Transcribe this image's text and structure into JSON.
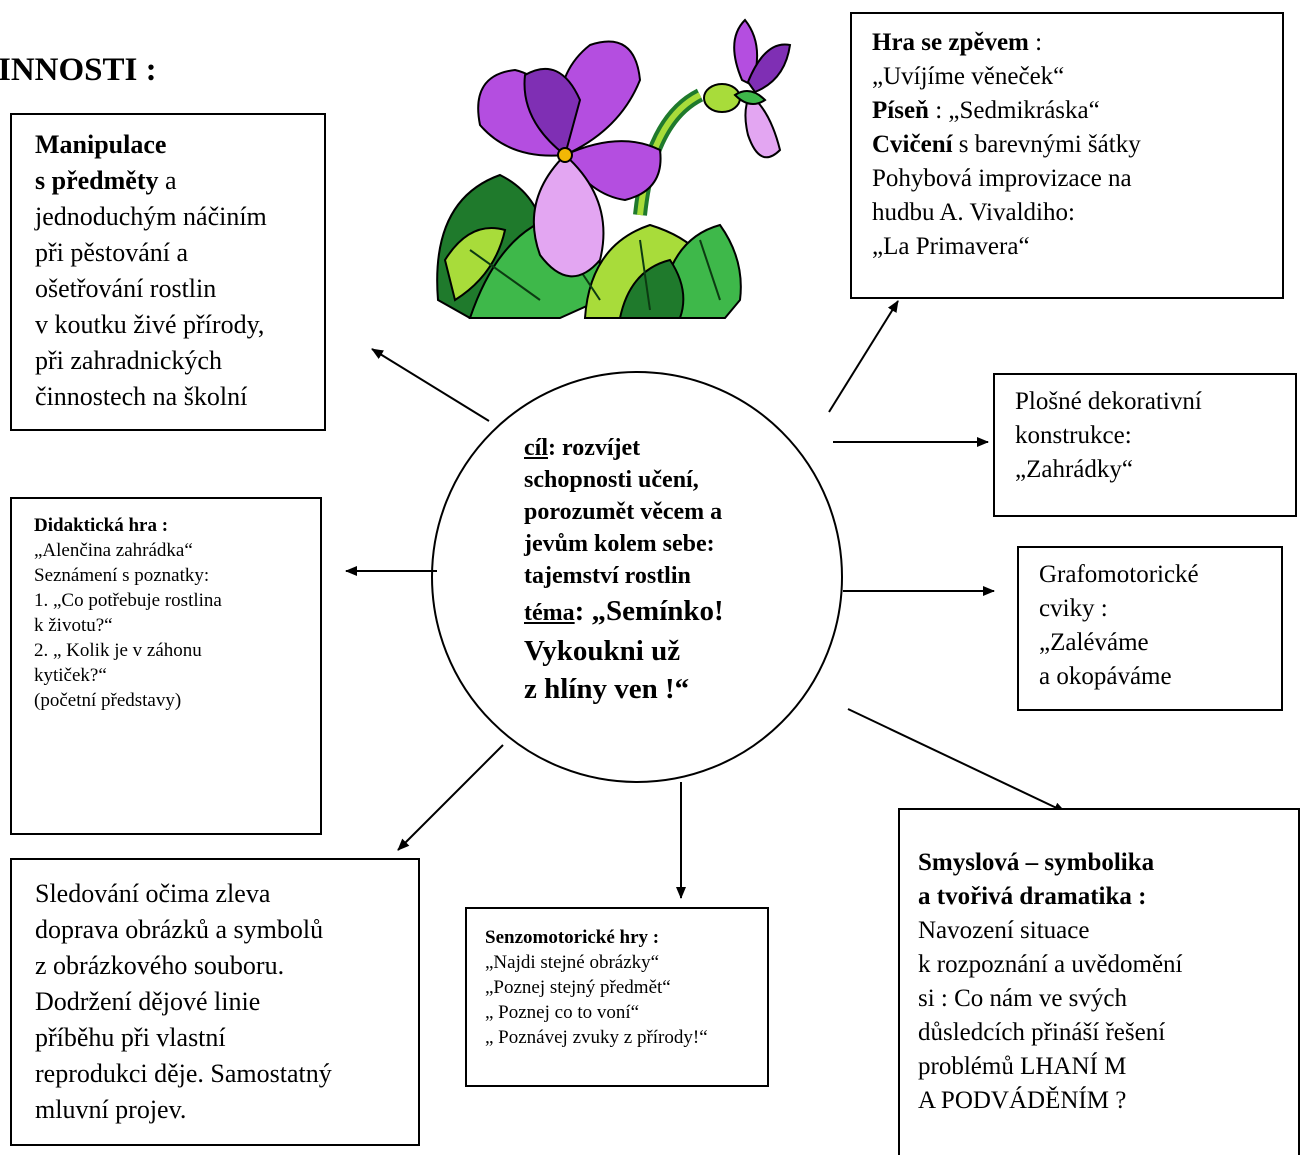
{
  "heading": "INNOSTI :",
  "manipulation": {
    "title_line1": "Manipulace",
    "title_line2_bold": "s předměty",
    "title_line2_rest": " a",
    "lines": [
      "jednoduchým náčiním",
      "při pěstování a",
      "ošetřování rostlin",
      "v koutku živé přírody,",
      "při zahradnických",
      "činnostech na školní"
    ]
  },
  "song_game": {
    "game_label": "Hra se zpěvem",
    "game_sep": " :",
    "game_title": "„Uvíjíme věneček“",
    "song_label": "Píseň",
    "song_value": " : „Sedmikráska“",
    "exercise_label": "Cvičení",
    "exercise_value": " s barevnými šátky",
    "lines": [
      "Pohybová improvizace na",
      "hudbu A. Vivaldiho:",
      "„La Primavera“"
    ]
  },
  "decorative": {
    "lines": [
      "Plošné dekorativní",
      "konstrukce:",
      "„Zahrádky“"
    ]
  },
  "didactic_game": {
    "title": "Didaktická hra :",
    "lines": [
      "„Alenčina zahrádka“",
      "Seznámení s poznatky:",
      "1. „Co potřebuje rostlina",
      "k životu?“",
      "2. „ Kolik je v záhonu",
      "kytiček?“",
      "(početní představy)"
    ]
  },
  "graphomotor": {
    "lines": [
      "Grafomotorické",
      "cviky :",
      "„Zaléváme",
      "a okopáváme"
    ]
  },
  "tracking": {
    "lines": [
      "Sledování  očima zleva",
      "doprava obrázků a symbolů",
      "z obrázkového souboru.",
      "Dodržení dějové linie",
      "příběhu při vlastní",
      "reprodukci děje. Samostatný",
      "mluvní projev."
    ]
  },
  "sensorimotor": {
    "title": "Senzomotorické hry :",
    "lines": [
      "„Najdi stejné obrázky“",
      "„Poznej stejný předmět“",
      "„ Poznej co to voní“",
      "„ Poznávej zvuky z přírody!“"
    ]
  },
  "symbolic": {
    "title_line1": "Smyslová – symbolika",
    "title_line2": "a tvořivá dramatika :",
    "lines": [
      "Navození situace",
      "k rozpoznání a uvědomění",
      "si : Co nám  ve svých",
      "důsledcích přináší řešení",
      "problémů LHANÍ M",
      "A PODVÁDĚNÍM ?"
    ]
  },
  "center": {
    "goal_label": "cíl",
    "goal_first": ": rozvíjet",
    "goal_lines": [
      "schopnosti učení,",
      "porozumět věcem a",
      "jevům kolem sebe:",
      "tajemství  rostlin"
    ],
    "theme_label": "téma",
    "theme_first": ": „Semínko!",
    "theme_lines": [
      "Vykoukni už",
      "z hlíny ven !“"
    ]
  },
  "colors": {
    "petal_purple": "#b44ee0",
    "petal_light": "#e3a6f2",
    "petal_dark": "#7f2fb4",
    "leaf_green": "#3eb84a",
    "leaf_light": "#a8dc3a",
    "leaf_dark": "#1f7a2c",
    "flower_center": "#f2b705"
  }
}
